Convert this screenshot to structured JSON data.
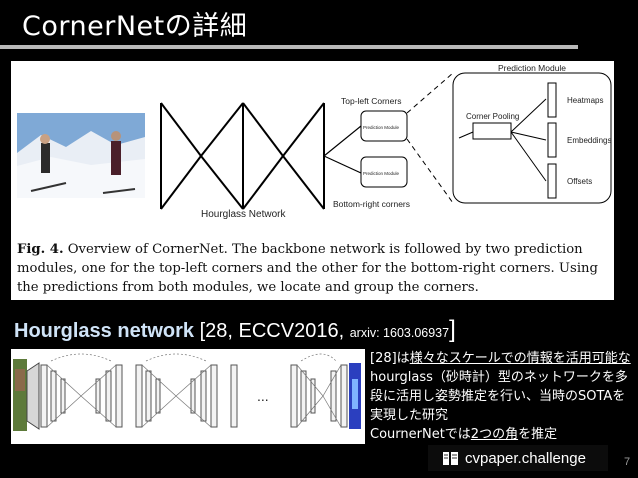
{
  "slide": {
    "title": "CornerNetの詳細",
    "page_number": "7"
  },
  "figure": {
    "labels": {
      "prediction_module_header": "Prediction Module",
      "top_left_corners": "Top-left Corners",
      "bottom_right_corners": "Bottom-right corners",
      "hourglass_network": "Hourglass Network",
      "prediction_module_box": "Prediction Module",
      "corner_pooling": "Corner Pooling",
      "heatmaps": "Heatmaps",
      "embeddings": "Embeddings",
      "offsets": "Offsets"
    },
    "caption": {
      "label": "Fig. 4.",
      "text": " Overview of CornerNet. The backbone network is followed by two prediction modules, one for the top-left corners and the other for the bottom-right corners. Using the predictions from both modules, we locate and group the corners."
    }
  },
  "hourglass": {
    "name": "Hourglass network",
    "ref_open": " [28, ECCV2016, ",
    "arxiv": "arxiv: 1603.06937",
    "ref_close": "]",
    "ellipsis": "..."
  },
  "description": {
    "p1": "[28]は",
    "p2": "様々なスケールでの情報を活用可能な",
    "p3": "hourglass（砂時計）型のネットワークを多段に活用し姿勢推定を行い、当時のSOTAを実現した研究",
    "p4": "CournerNetでは",
    "p5": "2つの角",
    "p6": "を推定"
  },
  "brand": {
    "name": "cvpaper.challenge",
    "icon": "book-icon"
  }
}
